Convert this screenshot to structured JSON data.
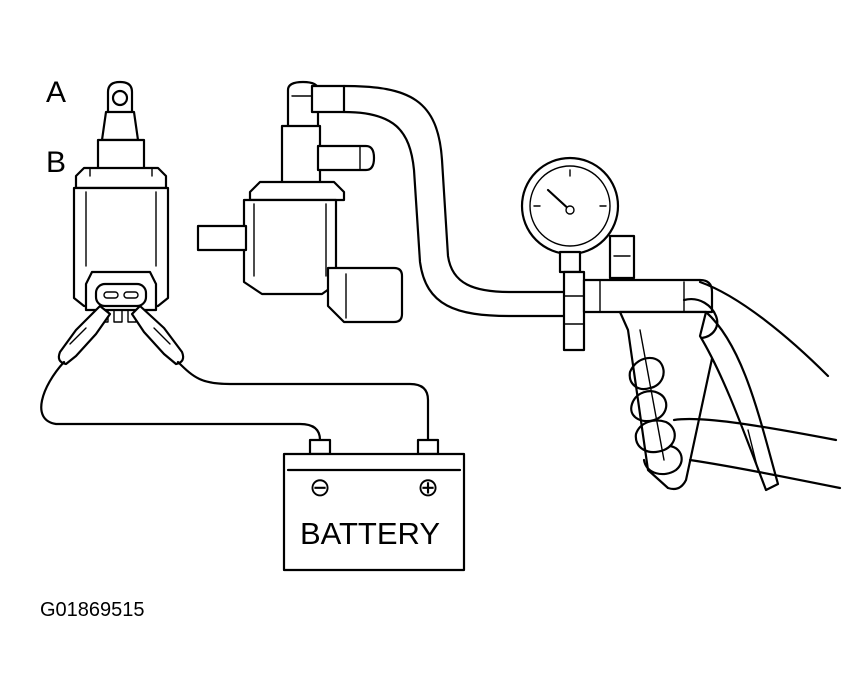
{
  "labels": {
    "port_a": "A",
    "port_b": "B",
    "battery": "BATTERY",
    "negative_terminal": "⊖",
    "positive_terminal": "⊕",
    "figure_id": "G01869515"
  }
}
